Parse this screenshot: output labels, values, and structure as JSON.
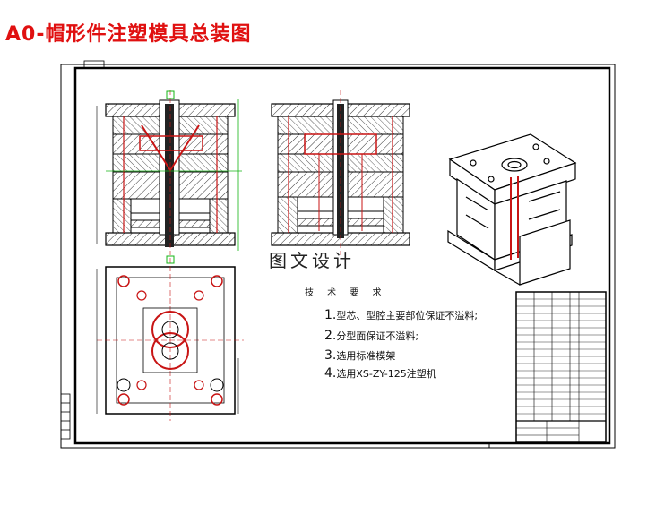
{
  "title": "A0-帽形件注塑模具总装图",
  "watermark": "图文设计",
  "tech_requirements": {
    "heading": "技 术 要 求",
    "items": [
      {
        "num": "1.",
        "text": "型芯、型腔主要部位保证不溢料;"
      },
      {
        "num": "2.",
        "text": "分型面保证不溢料;"
      },
      {
        "num": "3.",
        "text": "选用标准模架"
      },
      {
        "num": "4.",
        "text": "选用XS-ZY-125注塑机"
      }
    ]
  },
  "colors": {
    "title": "#e01010",
    "line": "#000000",
    "accent_red": "#c81414",
    "accent_green": "#14b414",
    "hatch": "#444444"
  }
}
